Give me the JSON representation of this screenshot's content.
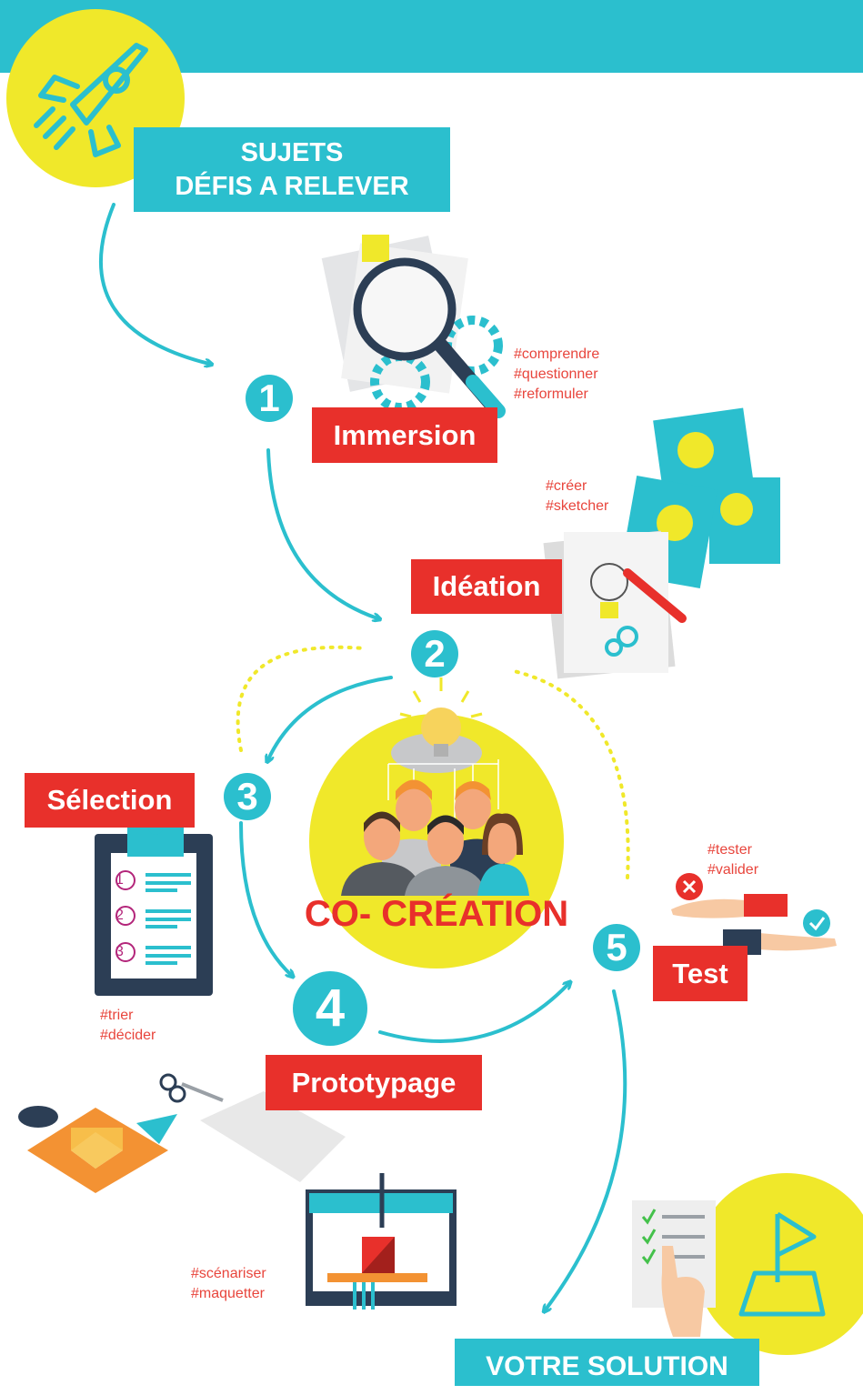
{
  "header": {
    "title_line1": "SUJETS",
    "title_line2": "DÉFIS A RELEVER"
  },
  "center": {
    "label": "CO- CRÉATION"
  },
  "steps": [
    {
      "number": "1",
      "label": "Immersion",
      "tags": [
        "#comprendre",
        "#questionner",
        "#reformuler"
      ]
    },
    {
      "number": "2",
      "label": "Idéation",
      "tags": [
        "#créer",
        "#sketcher"
      ]
    },
    {
      "number": "3",
      "label": "Sélection",
      "tags": [
        "#trier",
        "#décider"
      ]
    },
    {
      "number": "4",
      "label": "Prototypage",
      "tags": [
        "#scénariser",
        "#maquetter"
      ]
    },
    {
      "number": "5",
      "label": "Test",
      "tags": [
        "#tester",
        "#valider"
      ]
    }
  ],
  "footer": {
    "label": "VOTRE SOLUTION"
  },
  "checklist_numbers": [
    "1",
    "2",
    "3"
  ],
  "colors": {
    "cyan": "#2bbfce",
    "red": "#e8302b",
    "yellow": "#f0e82a",
    "orange": "#f39233",
    "navy": "#2c3e55"
  },
  "icons": [
    "rocket-icon",
    "magnifier-icon",
    "lightbulb-icon",
    "clipboard-icon",
    "printer-3d-icon",
    "hands-icon",
    "flag-icon",
    "checklist-icon"
  ]
}
